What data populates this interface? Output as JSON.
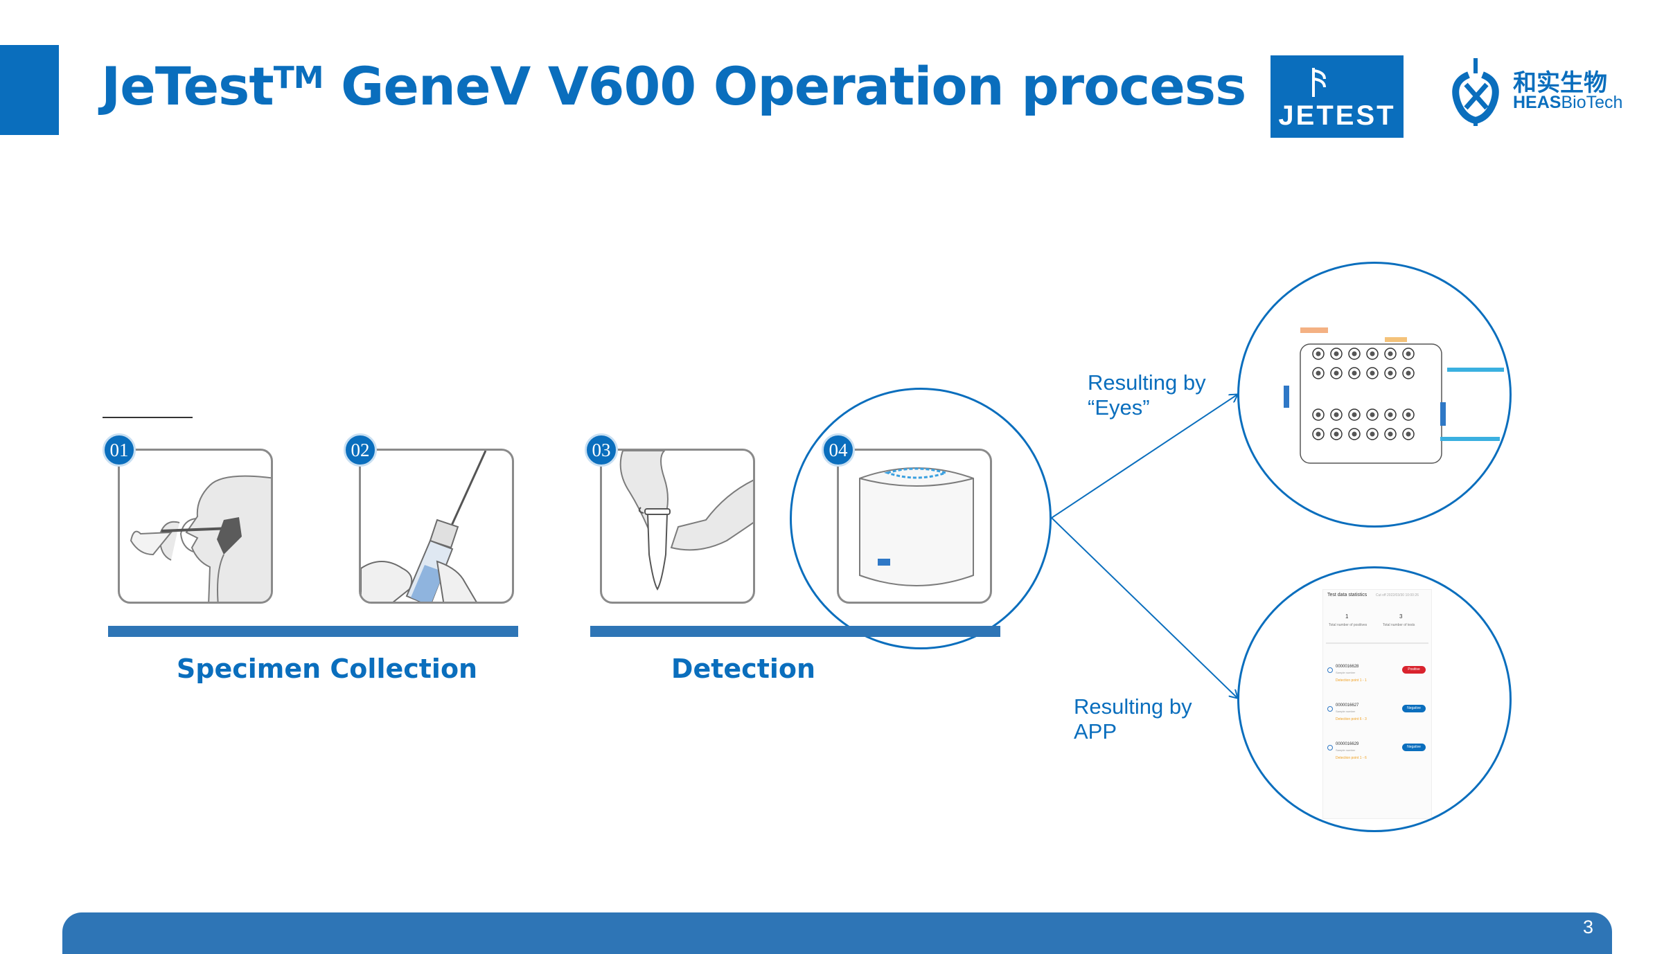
{
  "slide": {
    "title_main": "JeTest",
    "title_sup": "TM",
    "title_rest": " GeneV V600 Operation process",
    "page_number": "3",
    "accent_color": "#0a6ebd"
  },
  "logos": {
    "jetest": "JETEST",
    "heas_cn": "和实生物",
    "heas_en_bold": "HEAS",
    "heas_en_rest": "BioTech"
  },
  "steps": [
    {
      "number": "01",
      "icon": "nasal-swab-icon"
    },
    {
      "number": "02",
      "icon": "swab-tube-icon"
    },
    {
      "number": "03",
      "icon": "sample-tube-icon"
    },
    {
      "number": "04",
      "icon": "detector-device-icon"
    }
  ],
  "stages": [
    {
      "label": "Specimen Collection"
    },
    {
      "label": "Detection"
    }
  ],
  "results": {
    "eyes_line1": "Resulting by",
    "eyes_line2": "“Eyes”",
    "app_line1": "Resulting by",
    "app_line2": "APP"
  },
  "app_screen": {
    "header": "Test data statistics",
    "header_sub": "Cut off 2022/03/30 10:00:26",
    "stat1_value": "1",
    "stat1_label": "Total number of positives",
    "stat2_value": "3",
    "stat2_label": "Total number of tests",
    "rows": [
      {
        "id": "0000016628",
        "sub": "Sample number",
        "point": "Detection point   1 - 1",
        "status": "Positive",
        "status_color": "#d9232d"
      },
      {
        "id": "0000016627",
        "sub": "Sample number",
        "point": "Detection point   6 - 3",
        "status": "Negative",
        "status_color": "#0a6ebd"
      },
      {
        "id": "0000016629",
        "sub": "Sample number",
        "point": "Detection point   1 - 6",
        "status": "Negative",
        "status_color": "#0a6ebd"
      }
    ]
  }
}
